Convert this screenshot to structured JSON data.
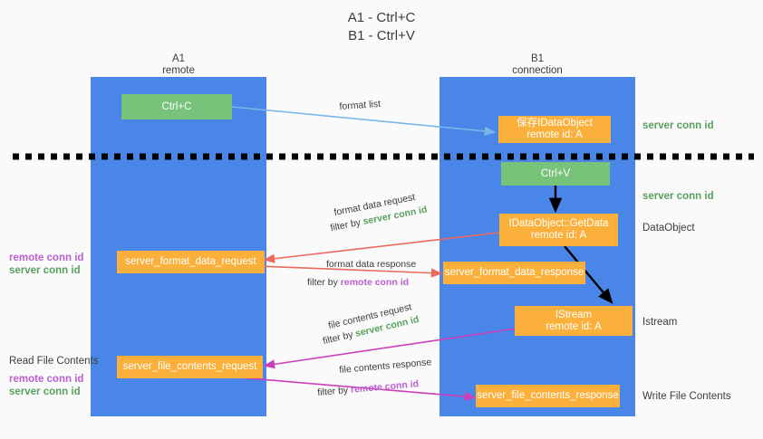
{
  "title": {
    "line1": "A1 - Ctrl+C",
    "line2": "B1 - Ctrl+V"
  },
  "columns": [
    {
      "name": "A1",
      "sub": "remote"
    },
    {
      "name": "B1",
      "sub": "connection"
    }
  ],
  "nodes": {
    "ctrl_c": {
      "label": "Ctrl+C"
    },
    "save_idataobject": {
      "line1": "保存IDataObject",
      "line2": "remote id: A"
    },
    "ctrl_v": {
      "label": "Ctrl+V"
    },
    "getdata": {
      "line1": "IDataObject::GetData",
      "line2": "remote id: A"
    },
    "server_format_data_request": {
      "label": "server_format_data_request"
    },
    "server_format_data_response": {
      "label": "server_format_data_response"
    },
    "istream": {
      "line1": "IStream",
      "line2": "remote id: A"
    },
    "server_file_contents_request": {
      "label": "server_file_contents_request"
    },
    "server_file_contents_response": {
      "label": "server_file_contents_response"
    }
  },
  "side_labels": {
    "server_conn_id_1": "server conn id",
    "server_conn_id_2": "server conn id",
    "dataobject": "DataObject",
    "istream": "Istream",
    "write_file_contents": "Write File Contents",
    "read_file_contents": "Read File Contents"
  },
  "legends": {
    "format_left": {
      "remote": "remote conn id",
      "server": "server conn id"
    },
    "file_left": {
      "remote": "remote conn id",
      "server": "server conn id"
    }
  },
  "edges": {
    "format_list": {
      "label": "format list"
    },
    "format_data_request": {
      "line1": "format data request",
      "filter_prefix": "filter by ",
      "filter_value": "server conn id"
    },
    "format_data_response": {
      "line1": "format data response",
      "filter_prefix": "filter by ",
      "filter_value": "remote conn id"
    },
    "file_contents_request": {
      "line1": "file contents request",
      "filter_prefix": "filter by ",
      "filter_value": "server conn id"
    },
    "file_contents_response": {
      "line1": "file contents response",
      "filter_prefix": "filter by ",
      "filter_value": "remote conn id"
    }
  },
  "colors": {
    "lane": "#4a86e8",
    "green_node": "#76c379",
    "orange_node": "#fbb03b",
    "server_conn": "#58a05c",
    "remote_conn": "#bb5fd0",
    "arrow_blue": "#7ab6e8",
    "arrow_red": "#ea6b5e",
    "arrow_magenta": "#cc3fbb",
    "arrow_black": "#000000",
    "background": "#fafafa"
  }
}
